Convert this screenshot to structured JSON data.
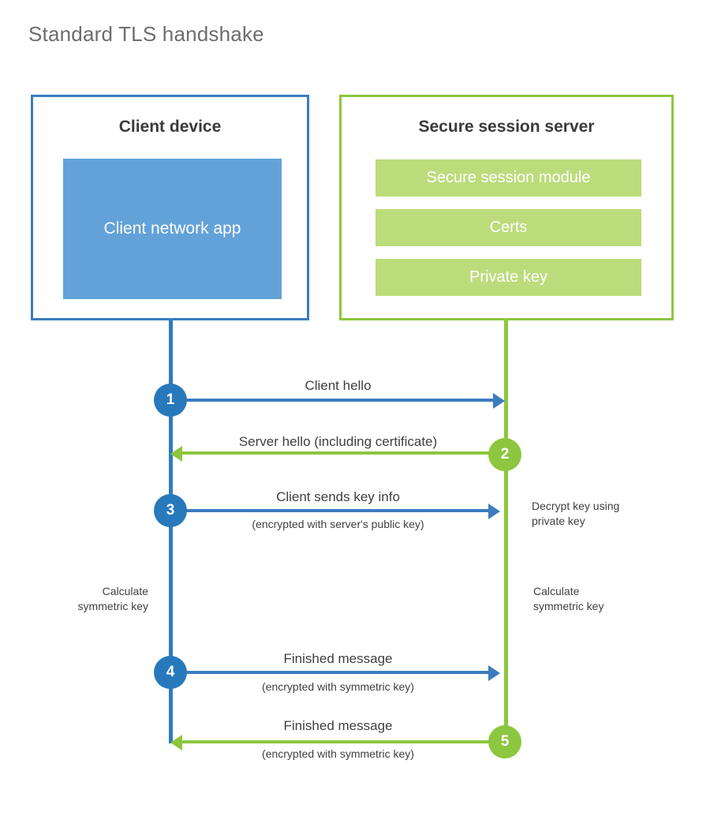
{
  "title": "Standard TLS handshake",
  "colors": {
    "client_border": "#3B7CC0",
    "client_app_fill": "#63A2D8",
    "server_border": "#8DC63F",
    "server_bar_fill": "#BCDC7C",
    "blue_accent": "#2779BC",
    "green_accent": "#8DC63F",
    "title_text": "#6d6d6d",
    "body_text": "#3f3f3f"
  },
  "client": {
    "title": "Client device",
    "app_label": "Client network app"
  },
  "server": {
    "title": "Secure session server",
    "bars": [
      {
        "label": "Secure session module"
      },
      {
        "label": "Certs"
      },
      {
        "label": "Private key"
      }
    ]
  },
  "steps": [
    {
      "number": "1",
      "label": "Client hello",
      "sublabel": "",
      "direction": "client-to-server",
      "color": "blue"
    },
    {
      "number": "2",
      "label": "Server hello (including certificate)",
      "sublabel": "",
      "direction": "server-to-client",
      "color": "green"
    },
    {
      "number": "3",
      "label": "Client sends key info",
      "sublabel": "(encrypted with server's public key)",
      "direction": "client-to-server",
      "color": "blue"
    },
    {
      "number": "4",
      "label": "Finished message",
      "sublabel": "(encrypted with symmetric key)",
      "direction": "client-to-server",
      "color": "blue"
    },
    {
      "number": "5",
      "label": "Finished message",
      "sublabel": "(encrypted with symmetric key)",
      "direction": "server-to-client",
      "color": "green"
    }
  ],
  "annotations": {
    "decrypt_note": "Decrypt key using\nprivate key",
    "client_calculate_note": "Calculate\nsymmetric key",
    "server_calculate_note": "Calculate\nsymmetric key"
  }
}
